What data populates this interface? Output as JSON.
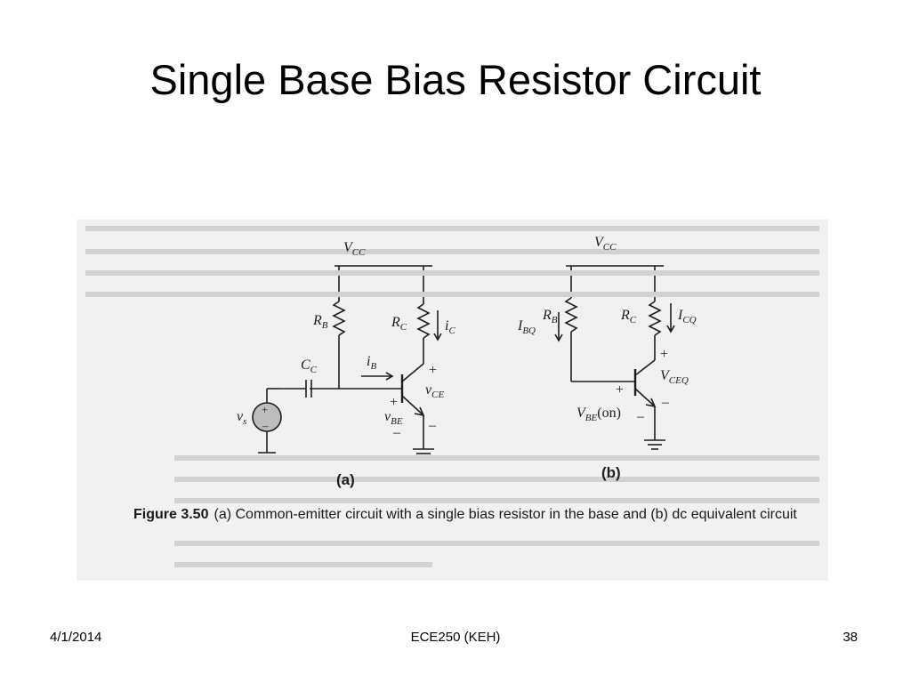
{
  "slide": {
    "title": "Single Base Bias Resistor Circuit"
  },
  "figure": {
    "caption_number": "Figure 3.50",
    "caption_text": "(a) Common-emitter circuit with a single bias resistor in the base and (b) dc equivalent circuit",
    "circuit_a": {
      "label": "(a)",
      "vcc": "V",
      "vcc_sub": "CC",
      "rb": "R",
      "rb_sub": "B",
      "rc": "R",
      "rc_sub": "C",
      "ic": "i",
      "ic_sub": "C",
      "cc": "C",
      "cc_sub": "C",
      "ib": "i",
      "ib_sub": "B",
      "vce": "v",
      "vce_sub": "CE",
      "vbe": "v",
      "vbe_sub": "BE",
      "vs": "v",
      "vs_sub": "s",
      "plus": "+",
      "minus": "–"
    },
    "circuit_b": {
      "label": "(b)",
      "vcc": "V",
      "vcc_sub": "CC",
      "ibq": "I",
      "ibq_sub": "BQ",
      "rb": "R",
      "rb_sub": "B",
      "rc": "R",
      "rc_sub": "C",
      "icq": "I",
      "icq_sub": "CQ",
      "vceq": "V",
      "vceq_sub": "CEQ",
      "vbe": "V",
      "vbe_sub": "BE",
      "vbe_on": "(on)",
      "plus": "+",
      "minus": "–"
    },
    "colors": {
      "background": "#f1f1f1",
      "ink": "#1e1e1e",
      "source_fill": "#bdbdbd"
    }
  },
  "footer": {
    "date": "4/1/2014",
    "course": "ECE250 (KEH)",
    "page": "38"
  }
}
